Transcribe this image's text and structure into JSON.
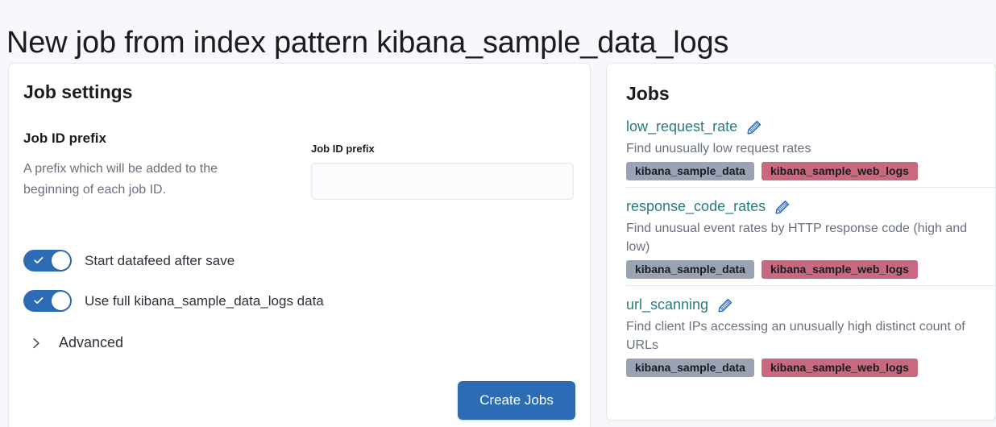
{
  "page": {
    "title": "New job from index pattern kibana_sample_data_logs"
  },
  "job_settings": {
    "heading": "Job settings",
    "field_title": "Job ID prefix",
    "field_description": "A prefix which will be added to the beginning of each job ID.",
    "input_label": "Job ID prefix",
    "input_value": "",
    "input_placeholder": "",
    "toggles": [
      {
        "label": "Start datafeed after save",
        "checked": true
      },
      {
        "label": "Use full kibana_sample_data_logs data",
        "checked": true
      }
    ],
    "advanced_label": "Advanced",
    "advanced_expanded": false,
    "create_button_label": "Create Jobs"
  },
  "jobs_panel": {
    "heading": "Jobs",
    "items": [
      {
        "name": "low_request_rate",
        "description": "Find unusually low request rates",
        "badges": [
          {
            "label": "kibana_sample_data",
            "color": "#9AA3B4"
          },
          {
            "label": "kibana_sample_web_logs",
            "color": "#C8697F"
          }
        ]
      },
      {
        "name": "response_code_rates",
        "description": "Find unusual event rates by HTTP response code (high and low)",
        "badges": [
          {
            "label": "kibana_sample_data",
            "color": "#9AA3B4"
          },
          {
            "label": "kibana_sample_web_logs",
            "color": "#C8697F"
          }
        ]
      },
      {
        "name": "url_scanning",
        "description": "Find client IPs accessing an unusually high distinct count of URLs",
        "badges": [
          {
            "label": "kibana_sample_data",
            "color": "#9AA3B4"
          },
          {
            "label": "kibana_sample_web_logs",
            "color": "#C8697F"
          }
        ]
      }
    ]
  },
  "theme": {
    "accent": "#2C6CB5",
    "link": "#2a7b7b",
    "page_background": "#F7F8FC",
    "panel_background": "#FFFFFF",
    "panel_border": "#E3E6EF",
    "muted_text": "#69707D"
  }
}
